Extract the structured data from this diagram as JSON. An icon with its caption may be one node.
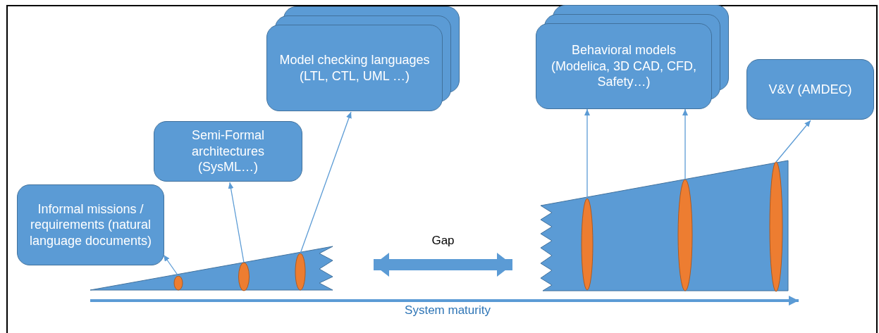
{
  "diagram": {
    "nodes": [
      {
        "text": [
          "Informal missions / requirements (natural language documents)"
        ]
      },
      {
        "text": [
          "Semi-Formal architectures (SysML…)"
        ]
      },
      {
        "text": [
          "Model checking languages (LTL, CTL, UML …)"
        ]
      },
      {
        "text": [
          "Behavioral models (Modelica, 3D CAD, CFD, Safety…)"
        ]
      },
      {
        "text": [
          "V&V (AMDEC)"
        ]
      },
      {
        "text": [],
        "shape": "wedge"
      },
      {
        "text": [],
        "shape": "ellipse",
        "in": 5
      },
      {
        "text": [],
        "shape": "ellipse",
        "in": 5
      },
      {
        "text": [],
        "shape": "ellipse",
        "in": 5
      },
      {
        "text": [],
        "shape": "wedge"
      },
      {
        "text": [],
        "shape": "ellipse",
        "in": 9
      },
      {
        "text": [],
        "shape": "ellipse",
        "in": 9
      },
      {
        "text": [],
        "shape": "ellipse",
        "in": 9
      }
    ],
    "edges": [
      {
        "from": 6,
        "to": 0,
        "arrow": "to"
      },
      {
        "from": 7,
        "to": 1,
        "arrow": "to"
      },
      {
        "from": 8,
        "to": 2,
        "arrow": "to"
      },
      {
        "from": 10,
        "to": 3,
        "arrow": "to"
      },
      {
        "from": 11,
        "to": 3,
        "arrow": "to"
      },
      {
        "from": 12,
        "to": 4,
        "arrow": "to"
      },
      {
        "from": 5,
        "to": 9,
        "arrow": "both",
        "label": "Gap",
        "style": "thick"
      }
    ],
    "labels": [
      "System maturity"
    ]
  }
}
